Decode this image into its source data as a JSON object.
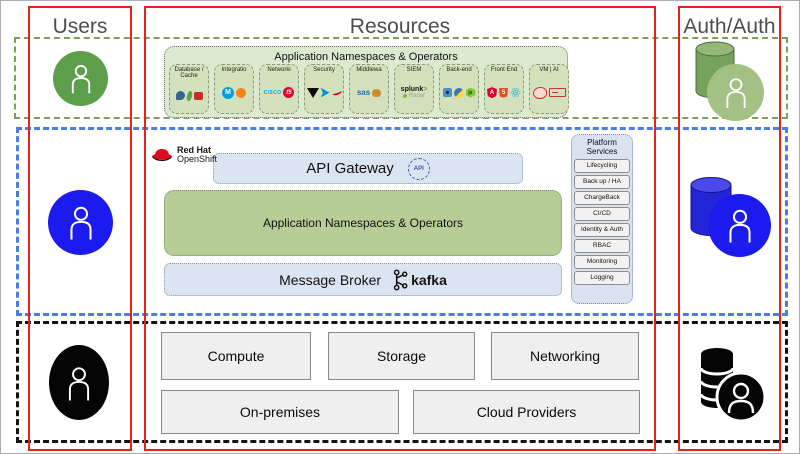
{
  "titles": {
    "users": "Users",
    "resources": "Resources",
    "auth": "Auth/Auth"
  },
  "green_band": {
    "container_title": "Application Namespaces & Operators",
    "tiles": [
      {
        "label": "Database / Cache",
        "icons": [
          "postgresql",
          "redis",
          "mongodb"
        ]
      },
      {
        "label": "Integratio",
        "icons": [
          "mulesoft",
          "boomi"
        ]
      },
      {
        "label": "Networki",
        "icons": [
          "cisco",
          "f5"
        ]
      },
      {
        "label": "Security",
        "icons": [
          "vault-triangle",
          "cyberark",
          "red-swoosh"
        ]
      },
      {
        "label": "Middlewa",
        "icons": [
          "sas",
          "tomcat"
        ]
      },
      {
        "label": "SIEM",
        "icons": [
          "splunk",
          "qradar"
        ]
      },
      {
        "label": "Back-end",
        "icons": [
          "flask",
          "python",
          "nodejs"
        ]
      },
      {
        "label": "Front End",
        "icons": [
          "angular",
          "html5",
          "react"
        ]
      },
      {
        "label": "VM | AI",
        "icons": [
          "ai-brain",
          "vm-box"
        ]
      }
    ]
  },
  "blue_band": {
    "redhat": {
      "line1": "Red Hat",
      "line2": "OpenShift"
    },
    "api_gateway": {
      "label": "API Gateway",
      "icon_text": "API"
    },
    "app_namespaces": {
      "label": "Application Namespaces & Operators"
    },
    "message_broker": {
      "label": "Message Broker",
      "kafka_text": "kafka"
    },
    "platform_services": {
      "title": "Platform Services",
      "items": [
        "Lifecycling",
        "Back up / HA",
        "ChargeBack",
        "CI/CD",
        "Identity & Auth",
        "RBAC",
        "Monitoring",
        "Logging"
      ]
    }
  },
  "black_band": {
    "row1": [
      "Compute",
      "Storage",
      "Networking"
    ],
    "row2": [
      "On-premises",
      "Cloud Providers"
    ]
  },
  "logos": {
    "mulesoft": "M",
    "cisco": "CISCO",
    "f5": "f5",
    "sas": "sas",
    "splunk": "splunk",
    "splunk_gt": ">",
    "radar": "Radar",
    "nodejs": "js",
    "angular": "A",
    "html5": "5"
  },
  "colors": {
    "frame_red": "#e2231a",
    "band_green": "#79a259",
    "band_blue": "#4a7ee4",
    "band_black": "#141414",
    "user_green": "#5d9e4a",
    "user_blue": "#1b1bf0",
    "user_black": "#050505",
    "auth_green_light": "#a4c185",
    "box_light_blue": "#dbe5f1",
    "box_green": "#b7cd96",
    "box_gray": "#efefef",
    "tile_green": "#d3e2bc",
    "container_green": "#dcead0",
    "platform_blue": "#d8e2f0"
  }
}
